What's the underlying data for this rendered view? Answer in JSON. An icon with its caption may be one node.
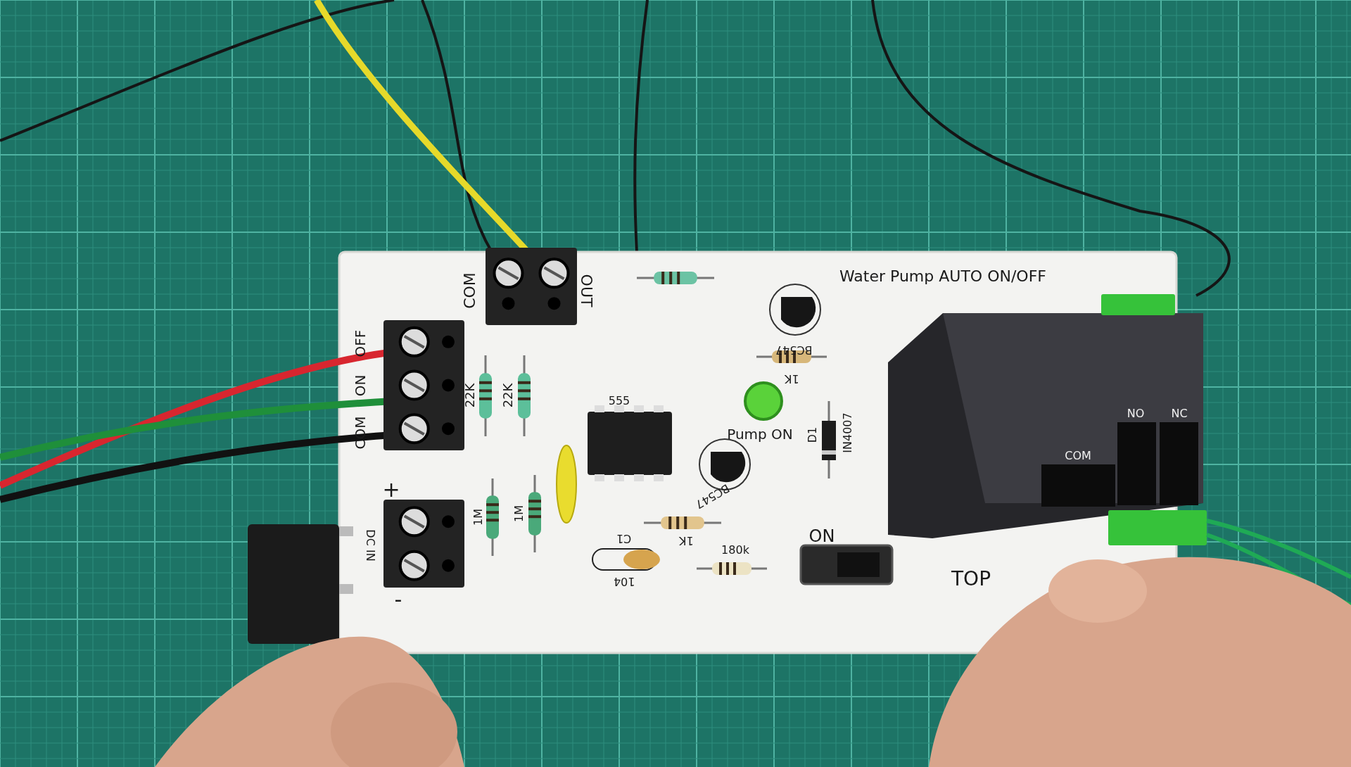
{
  "diagram": {
    "labels": [
      "COM",
      "OUT",
      "Water Pump AUTO ON/OFF",
      "OFF",
      "BC547",
      "ON",
      "1K",
      "22K",
      "22K",
      "555",
      "Pump ON",
      "COM",
      "D1",
      "IN4007",
      "BC547",
      "NO",
      "NC",
      "COM",
      "+",
      "1M",
      "1M",
      "C1",
      "1K",
      "DC IN",
      "180k",
      "ON",
      "104",
      "TOP",
      "-"
    ]
  }
}
